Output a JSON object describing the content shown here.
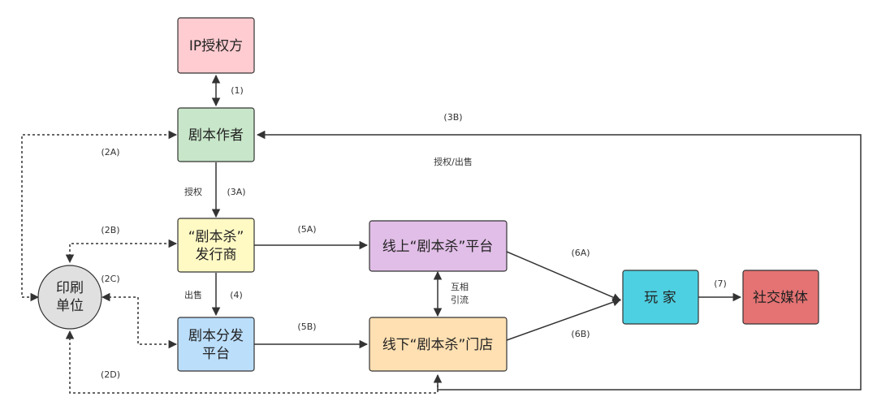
{
  "nodes": {
    "ip": {
      "label": "IP授权方",
      "color": "#ffccd1"
    },
    "author": {
      "label": "剧本作者",
      "color": "#c8e6c9"
    },
    "publisher": {
      "line1": "“剧本杀”",
      "line2": "发行商",
      "color": "#fff9c4"
    },
    "distribution": {
      "line1": "剧本分发",
      "line2": "平台",
      "color": "#bbdefb"
    },
    "online": {
      "label": "线上“剧本杀”平台",
      "color": "#e1bee7"
    },
    "offline": {
      "label": "线下“剧本杀”门店",
      "color": "#ffe0b2"
    },
    "player": {
      "label": "玩 家",
      "color": "#4dd0e1"
    },
    "social": {
      "label": "社交媒体",
      "color": "#e57373"
    },
    "printing": {
      "line1": "印刷",
      "line2": "单位",
      "color": "#e0e0e0"
    }
  },
  "labels": {
    "l1": "(1)",
    "l2a": "(2A)",
    "l2b": "(2B)",
    "l2c": "(2C)",
    "l2d": "(2D)",
    "l3a": "(3A)",
    "l3b": "(3B)",
    "l4": "(4)",
    "l5a": "(5A)",
    "l5b": "(5B)",
    "l6a": "(6A)",
    "l6b": "(6B)",
    "l7": "(7)",
    "license": "授权",
    "license_sell": "授权/出售",
    "sell": "出售",
    "mutual_1": "互相",
    "mutual_2": "引流"
  }
}
